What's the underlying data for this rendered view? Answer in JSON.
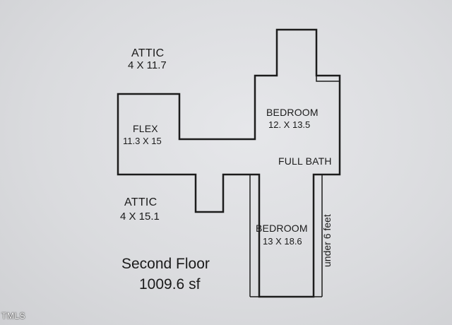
{
  "plan": {
    "attic_top": {
      "name": "ATTIC",
      "dims": "4 X 11.7"
    },
    "attic_bottom": {
      "name": "ATTIC",
      "dims": "4 X 15.1"
    },
    "flex": {
      "name": "FLEX",
      "dims": "11.3 X 15"
    },
    "bedroom_upper": {
      "name": "BEDROOM",
      "dims": "12. X 13.5"
    },
    "full_bath": {
      "name": "FULL BATH"
    },
    "bedroom_lower": {
      "name": "BEDROOM",
      "dims": "13 X 18.6"
    },
    "note": "under 6 feet",
    "floor_title": "Second Floor",
    "floor_area": "1009.6 sf"
  },
  "watermark": "TMLS",
  "colors": {
    "background": "#dcdde0",
    "wall": "#1c1c1c",
    "text": "#1a1a1a"
  }
}
